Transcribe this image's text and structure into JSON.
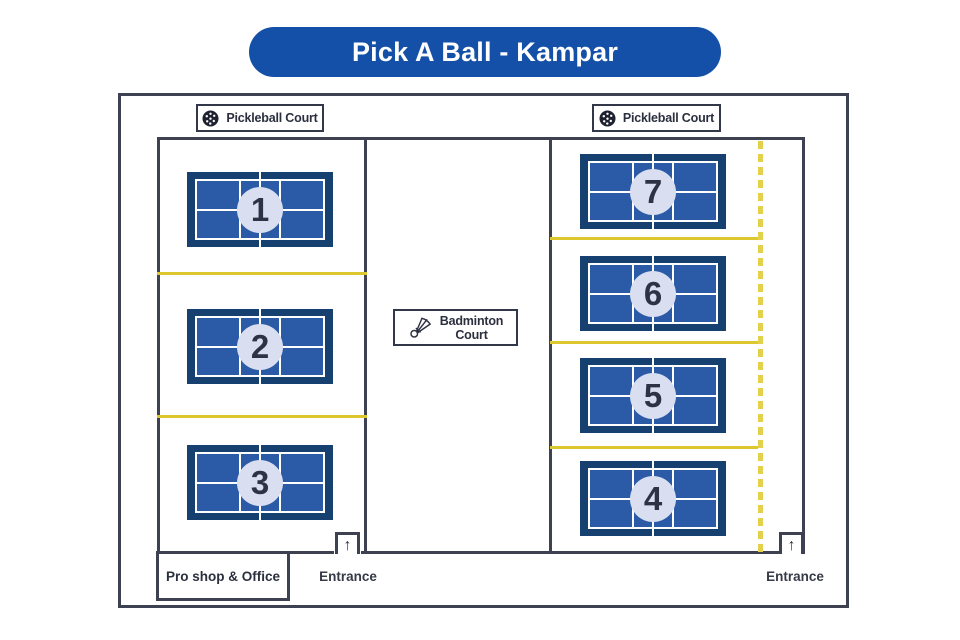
{
  "title": "Pick A Ball - Kampar",
  "legend": {
    "pickleball_left": {
      "icon": "pickleball-icon",
      "label": "Pickleball Court"
    },
    "pickleball_right": {
      "icon": "pickleball-icon",
      "label": "Pickleball Court"
    },
    "badminton": {
      "icon": "shuttlecock-icon",
      "label_line1": "Badminton",
      "label_line2": "Court"
    }
  },
  "courts": [
    {
      "number": "1"
    },
    {
      "number": "2"
    },
    {
      "number": "3"
    },
    {
      "number": "4"
    },
    {
      "number": "5"
    },
    {
      "number": "6"
    },
    {
      "number": "7"
    }
  ],
  "facilities": {
    "pro_shop": "Pro shop & Office"
  },
  "entrances": {
    "left": "Entrance",
    "right": "Entrance",
    "arrow_glyph": "↑"
  },
  "colors": {
    "title_pill_blue": "#1550a8",
    "wall_dark": "#3d4152",
    "court_border_navy": "#16406f",
    "court_fill_blue": "#2b5ba6",
    "court_line_white": "#ffffff",
    "number_circle": "#d9dff1",
    "divider_yellow": "#ddc72f",
    "dashed_yellow": "#e3d04b"
  }
}
